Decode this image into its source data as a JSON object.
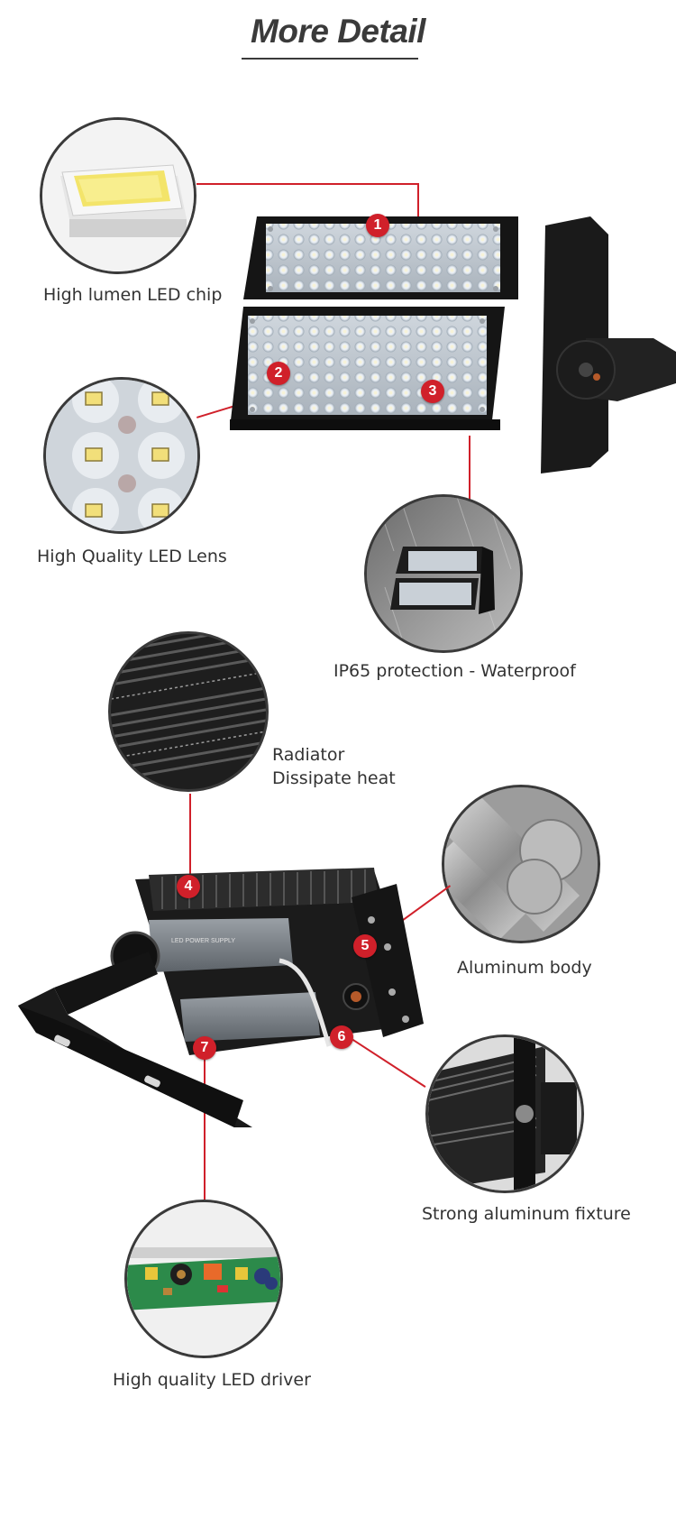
{
  "header": {
    "title": "More Detail"
  },
  "features": {
    "led_chip": "High lumen LED chip",
    "led_lens": "High Quality LED Lens",
    "ip65": "IP65 protection - Waterproof",
    "radiator_line1": "Radiator",
    "radiator_line2": "Dissipate heat",
    "aluminum_body": "Aluminum body",
    "fixture": "Strong aluminum fixture",
    "driver": "High quality LED driver"
  },
  "driver_label": "LED POWER SUPPLY",
  "markers": [
    "1",
    "2",
    "3",
    "4",
    "5",
    "6",
    "7"
  ],
  "colors": {
    "accent": "#d0202a",
    "frame": "#1e1e1e",
    "text": "#333333"
  }
}
